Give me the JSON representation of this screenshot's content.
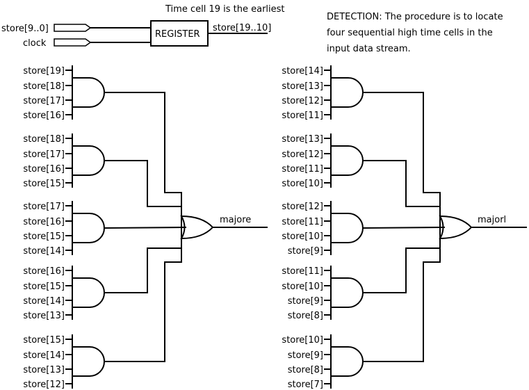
{
  "header": {
    "title": "Time cell 19 is the earliest",
    "detection_lines": [
      "DETECTION:  The procedure is to locate",
      "four sequential high time cells in the",
      "input data stream."
    ]
  },
  "register": {
    "label": "REGISTER",
    "input_data": "store[9..0]",
    "input_clock": "clock",
    "output": "store[19..10]"
  },
  "left_group": {
    "output": "majore",
    "gates": [
      {
        "inputs": [
          "store[19]",
          "store[18]",
          "store[17]",
          "store[16]"
        ]
      },
      {
        "inputs": [
          "store[18]",
          "store[17]",
          "store[16]",
          "store[15]"
        ]
      },
      {
        "inputs": [
          "store[17]",
          "store[16]",
          "store[15]",
          "store[14]"
        ]
      },
      {
        "inputs": [
          "store[16]",
          "store[15]",
          "store[14]",
          "store[13]"
        ]
      },
      {
        "inputs": [
          "store[15]",
          "store[14]",
          "store[13]",
          "store[12]"
        ]
      }
    ]
  },
  "right_group": {
    "output": "majorl",
    "gates": [
      {
        "inputs": [
          "store[14]",
          "store[13]",
          "store[12]",
          "store[11]"
        ]
      },
      {
        "inputs": [
          "store[13]",
          "store[12]",
          "store[11]",
          "store[10]"
        ]
      },
      {
        "inputs": [
          "store[12]",
          "store[11]",
          "store[10]",
          "store[9]"
        ]
      },
      {
        "inputs": [
          "store[11]",
          "store[10]",
          "store[9]",
          "store[8]"
        ]
      },
      {
        "inputs": [
          "store[10]",
          "store[9]",
          "store[8]",
          "store[7]"
        ]
      }
    ]
  }
}
